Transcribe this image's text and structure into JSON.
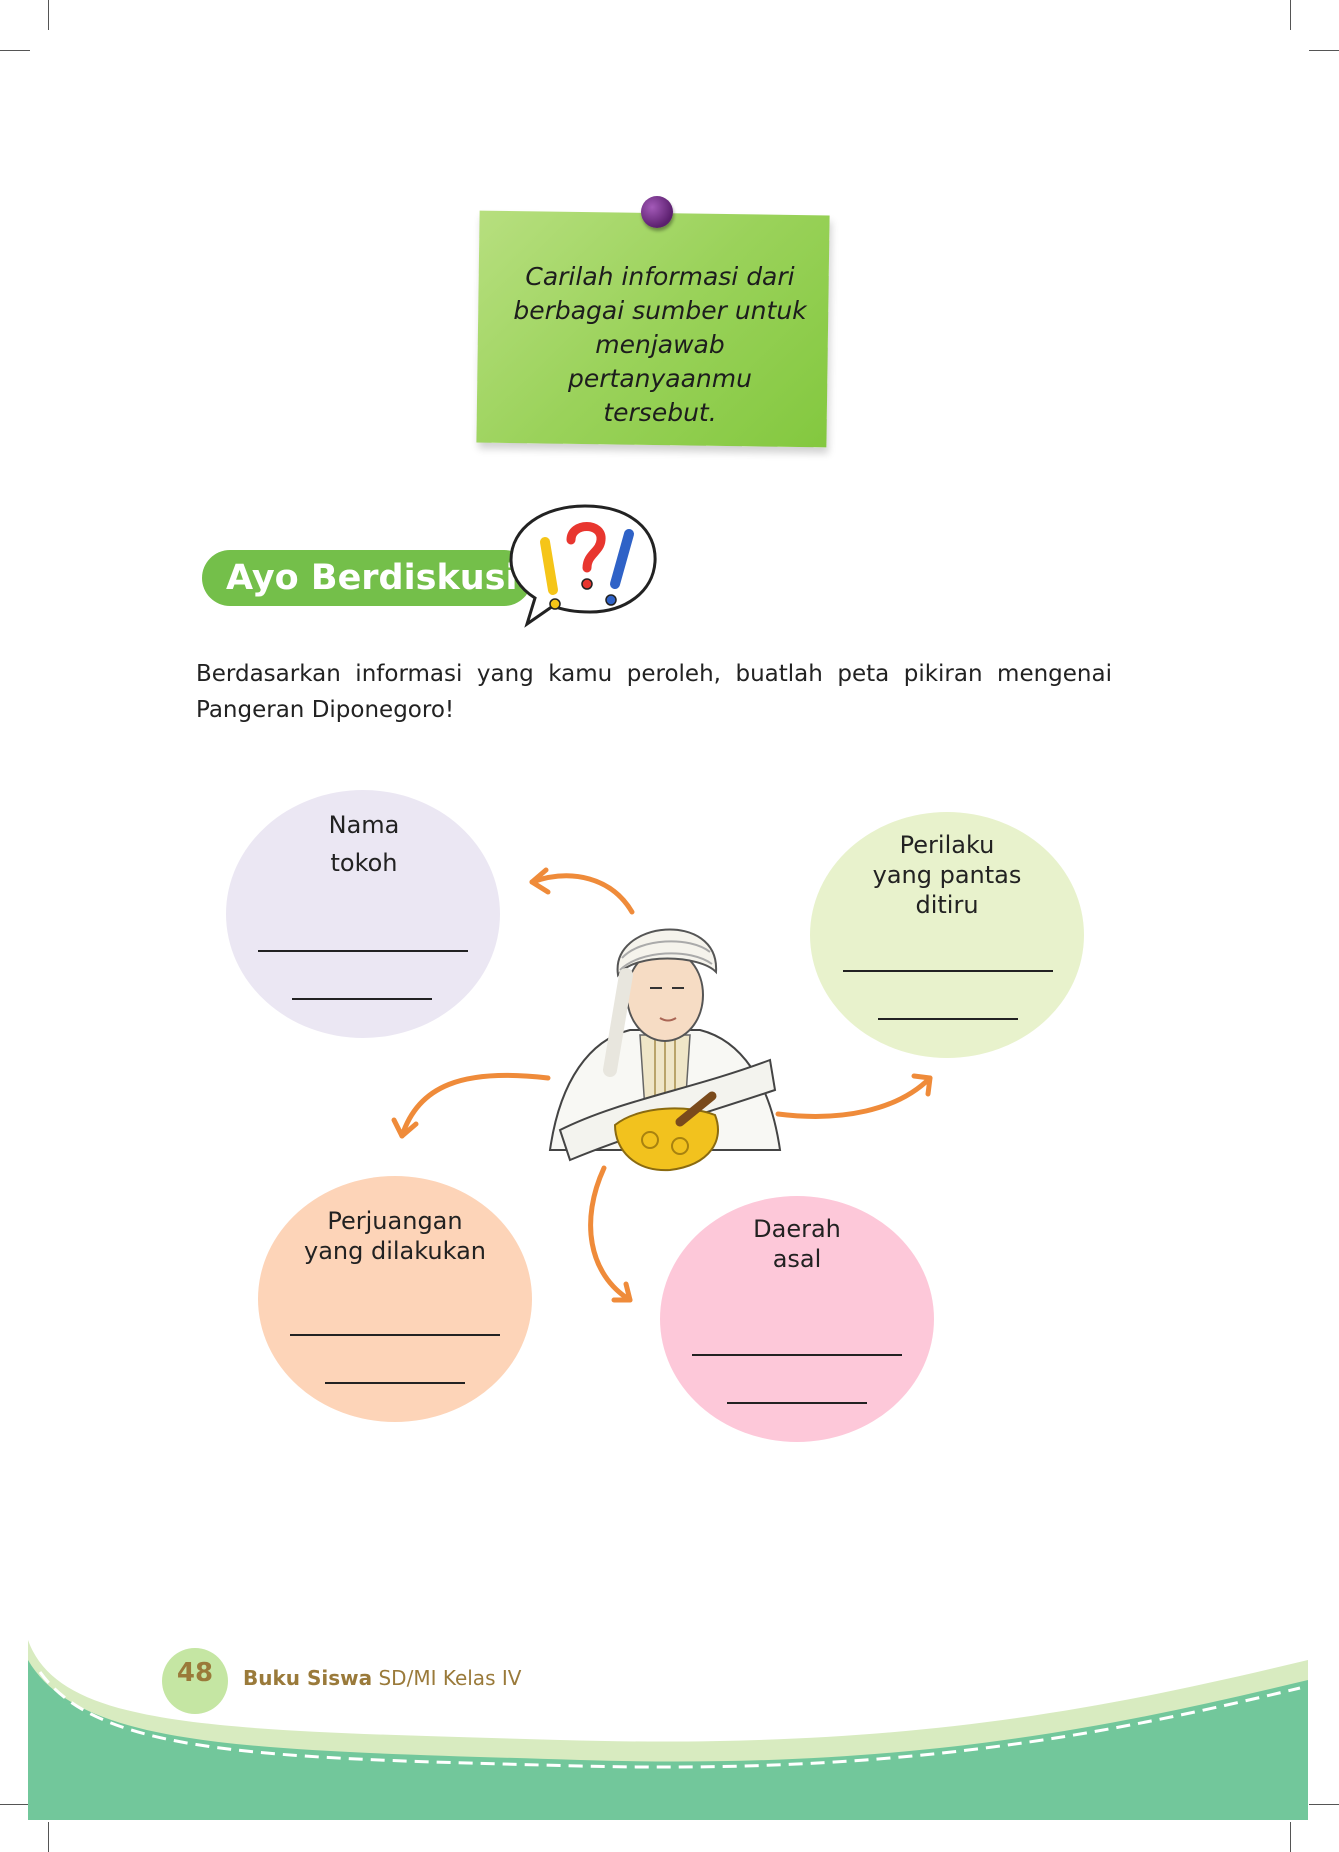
{
  "note": {
    "text_lines": [
      "Carilah informasi dari",
      "berbagai sumber untuk",
      "menjawab pertanyaanmu",
      "tersebut."
    ]
  },
  "section": {
    "title": "Ayo Berdiskusi"
  },
  "instruction": "Berdasarkan informasi yang kamu peroleh, buatlah peta pikiran mengenai Pangeran Diponegoro!",
  "mindmap": {
    "nodes": [
      {
        "lines": [
          "Nama",
          "tokoh"
        ],
        "color": "#ebe7f3"
      },
      {
        "lines": [
          "Perilaku",
          "yang pantas",
          "ditiru"
        ],
        "color": "#e8f2cc"
      },
      {
        "lines": [
          "Perjuangan",
          "yang dilakukan"
        ],
        "color": "#fdd4b8"
      },
      {
        "lines": [
          "Daerah",
          "asal"
        ],
        "color": "#fdc8d9"
      }
    ],
    "arrow_color": "#ef8b3a"
  },
  "footer": {
    "page_number": "48",
    "book_title_bold": "Buku Siswa",
    "book_title_rest": " SD/MI Kelas IV",
    "colors": {
      "wave_dark": "#72c79b",
      "wave_light": "#d8ebc0"
    }
  }
}
